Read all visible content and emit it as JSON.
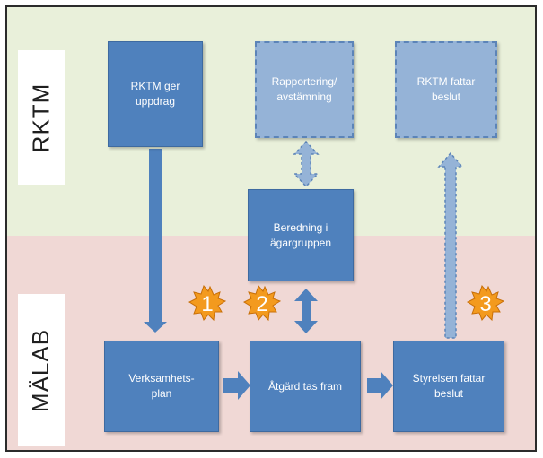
{
  "lanes": {
    "top_label": "RKTM",
    "bottom_label": "MÄLAB"
  },
  "boxes": {
    "rktm_ger_uppdrag": "RKTM ger\nuppdrag",
    "rapportering": "Rapportering/\navstämning",
    "rktm_fattar_beslut": "RKTM fattar\nbeslut",
    "beredning": "Beredning i\nägargruppen",
    "verksamhetsplan": "Verksamhets-\nplan",
    "atgard": "Åtgärd tas fram",
    "styrelsen": "Styrelsen fattar\nbeslut"
  },
  "steps": [
    "1",
    "2",
    "3"
  ],
  "colors": {
    "box_fill": "#4f81bd",
    "dashed_box_fill": "#95b3d7",
    "badge_fill": "#f39a1e",
    "top_band": "#e9f0da",
    "bottom_band": "#f0d8d5"
  }
}
